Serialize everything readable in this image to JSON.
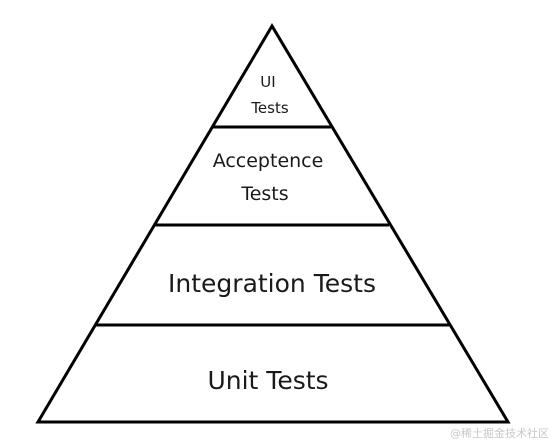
{
  "diagram": {
    "levels": [
      {
        "id": "ui",
        "lines": [
          "UI",
          "Tests"
        ]
      },
      {
        "id": "acceptance",
        "lines": [
          "Acceptence",
          "Tests"
        ]
      },
      {
        "id": "integration",
        "lines": [
          "Integration Tests"
        ]
      },
      {
        "id": "unit",
        "lines": [
          "Unit Tests"
        ]
      }
    ],
    "colors": {
      "stroke": "#000000",
      "fill": "#ffffff",
      "text": "#1a1a1a"
    }
  },
  "watermark": "@稀土掘金技术社区"
}
